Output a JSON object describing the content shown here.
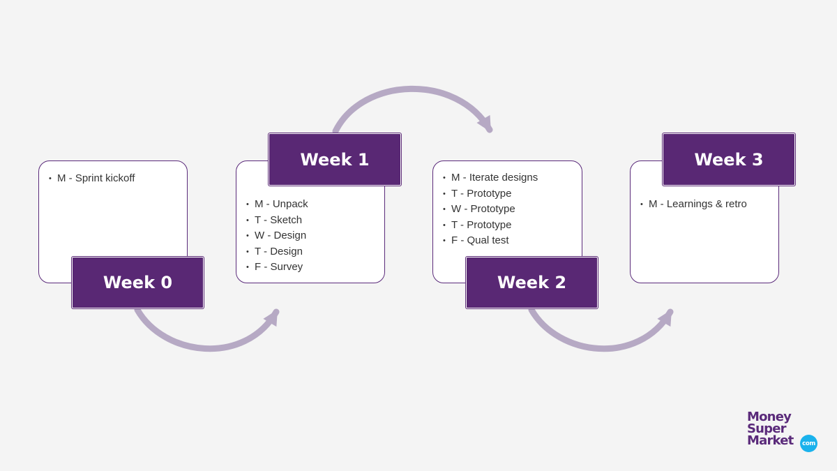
{
  "colors": {
    "background": "#f4f4f4",
    "label_fill": "#592874",
    "card_border": "#5a2a7a",
    "arrow": "#b6a9c4",
    "logo_text": "#5a2a7a",
    "logo_badge": "#1ab2ec"
  },
  "weeks": [
    {
      "label": "Week 0",
      "items": [
        "M - Sprint kickoff"
      ]
    },
    {
      "label": "Week 1",
      "items": [
        "M - Unpack",
        "T - Sketch",
        "W - Design",
        "T - Design",
        "F - Survey"
      ]
    },
    {
      "label": "Week 2",
      "items": [
        "M - Iterate designs",
        "T - Prototype",
        "W - Prototype",
        "T - Prototype",
        "F - Qual test"
      ]
    },
    {
      "label": "Week 3",
      "items": [
        "M - Learnings & retro"
      ]
    }
  ],
  "logo": {
    "line1": "Money",
    "line2": "Super",
    "line3": "Market",
    "badge": "com"
  }
}
